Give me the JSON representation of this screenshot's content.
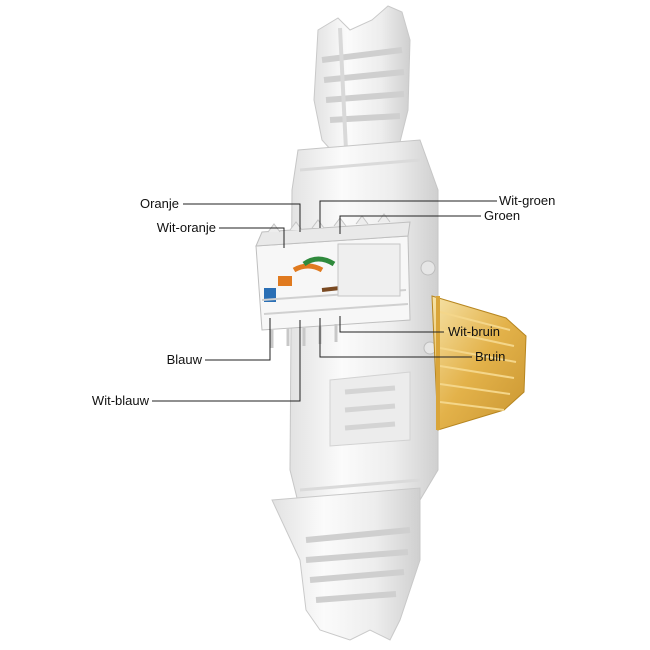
{
  "labels": {
    "oranje": "Oranje",
    "wit_oranje": "Wit-oranje",
    "blauw": "Blauw",
    "wit_blauw": "Wit-blauw",
    "wit_groen": "Wit-groen",
    "groen": "Groen",
    "wit_bruin": "Wit-bruin",
    "bruin": "Bruin"
  },
  "colors": {
    "leader_line": "#222222",
    "housing_light": "#f4f4f4",
    "housing_shadow": "#d6d6d6",
    "plug_amber": "#e8b54a",
    "wire_orange": "#e07a1f",
    "wire_green": "#2f8a3c",
    "wire_blue": "#2a6fb5",
    "wire_brown": "#7a4a22"
  },
  "icons": [
    "rj45-connector-image"
  ]
}
